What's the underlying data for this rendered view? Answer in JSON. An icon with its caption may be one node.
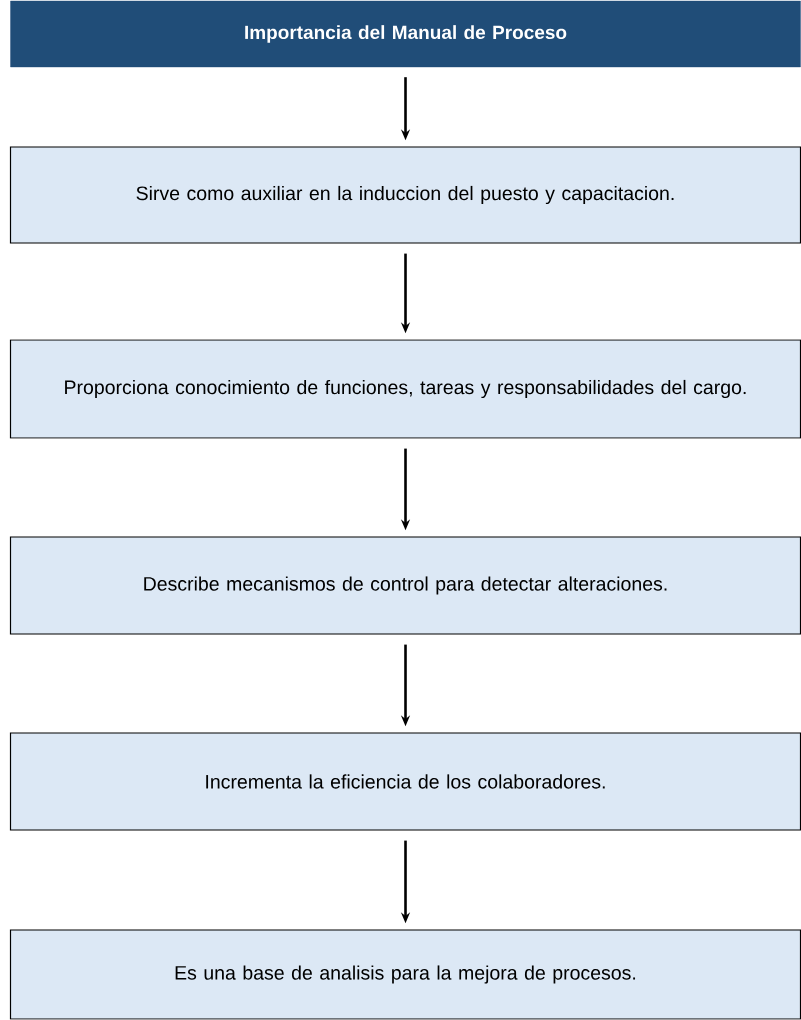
{
  "diagram": {
    "nodes": [
      {
        "text": [
          "Importancia del Manual de Proceso"
        ]
      },
      {
        "text": [
          "Sirve como auxiliar en la induccion del puesto y capacitacion."
        ]
      },
      {
        "text": [
          "Proporciona conocimiento de funciones, tareas y responsabilidades del cargo."
        ]
      },
      {
        "text": [
          "Describe mecanismos de control para detectar alteraciones."
        ]
      },
      {
        "text": [
          "Incrementa la eficiencia de los colaboradores."
        ]
      },
      {
        "text": [
          "Es una base de analisis para la mejora de procesos."
        ]
      }
    ],
    "edges": [
      {
        "from": 0,
        "to": 1,
        "arrow": "to"
      },
      {
        "from": 1,
        "to": 2,
        "arrow": "to"
      },
      {
        "from": 2,
        "to": 3,
        "arrow": "to"
      },
      {
        "from": 3,
        "to": 4,
        "arrow": "to"
      },
      {
        "from": 4,
        "to": 5,
        "arrow": "to"
      }
    ]
  }
}
